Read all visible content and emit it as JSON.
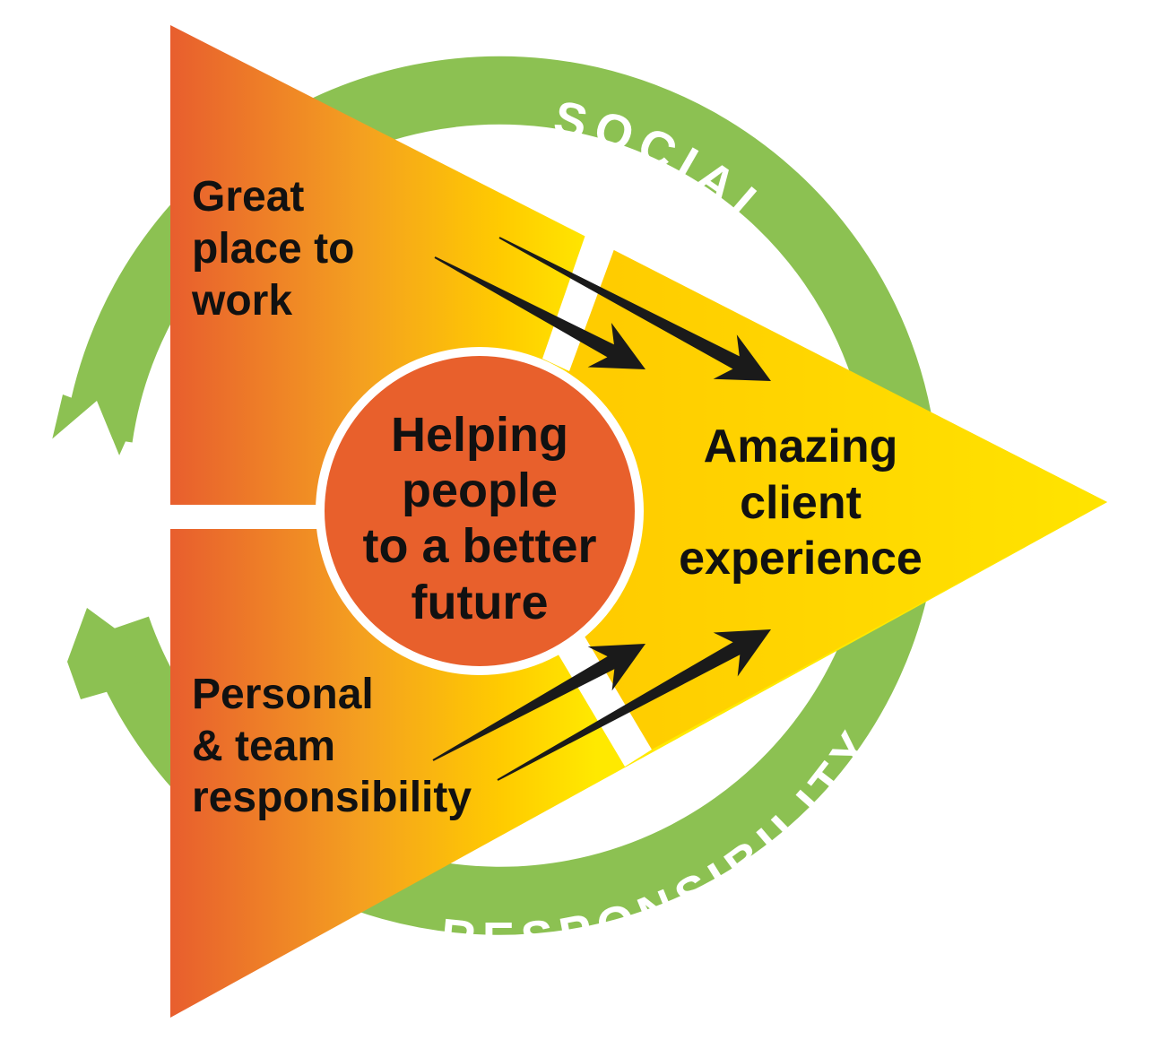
{
  "colors": {
    "ring": "#8CC152",
    "orange": "#E8602C",
    "yellow": "#FFD200",
    "arrow": "#1A1A1A"
  },
  "ring": {
    "top_text": "SOCIAL",
    "bottom_text": "RESPONSIBILITY"
  },
  "center": {
    "lines": [
      "Helping",
      "people",
      "to a better",
      "future"
    ]
  },
  "top_left": {
    "lines": [
      "Great",
      "place to",
      "work"
    ]
  },
  "bottom_left": {
    "lines": [
      "Personal",
      "& team",
      "responsibility"
    ]
  },
  "right": {
    "lines": [
      "Amazing",
      "client",
      "experience"
    ]
  }
}
